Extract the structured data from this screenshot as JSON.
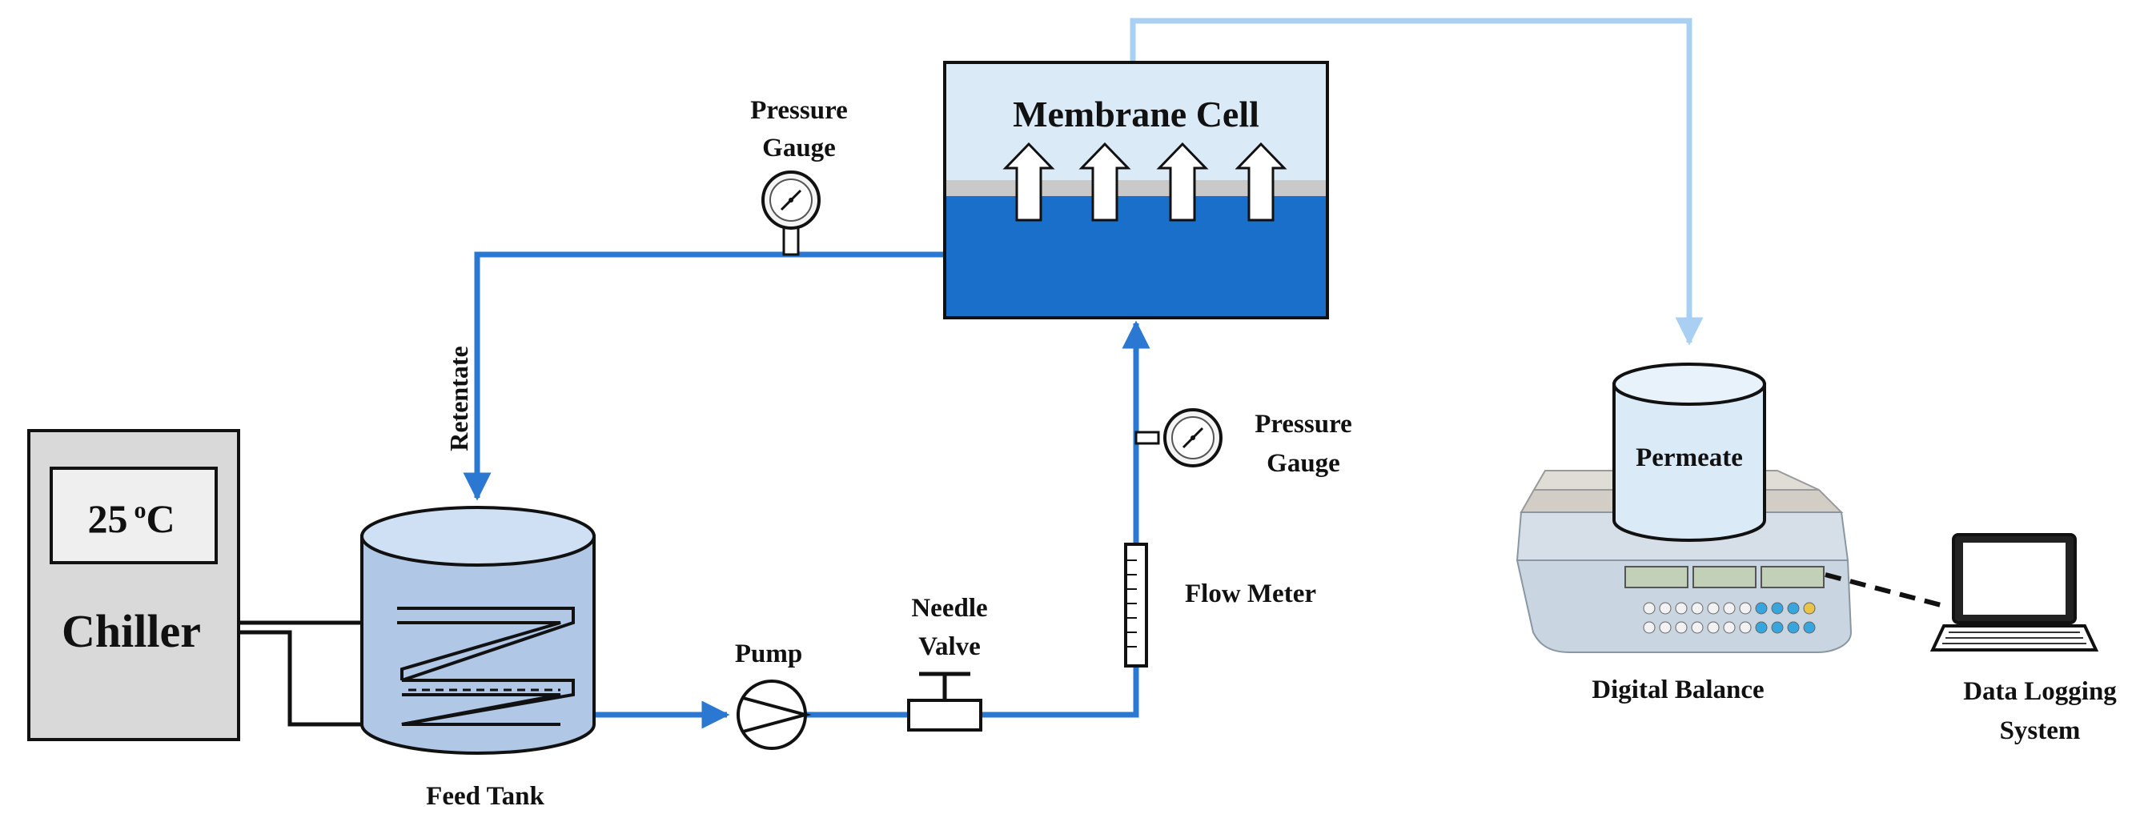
{
  "labels": {
    "membrane_cell": "Membrane Cell",
    "pressure_gauge_top_1": "Pressure",
    "pressure_gauge_top_2": "Gauge",
    "pressure_gauge_right_1": "Pressure",
    "pressure_gauge_right_2": "Gauge",
    "retentate": "Retentate",
    "chiller_temp_value": "25",
    "chiller_temp_unit_sup": "o",
    "chiller_temp_unit": "C",
    "chiller": "Chiller",
    "feed_tank": "Feed Tank",
    "pump": "Pump",
    "needle_valve_1": "Needle",
    "needle_valve_2": "Valve",
    "flow_meter": "Flow Meter",
    "permeate": "Permeate",
    "digital_balance": "Digital Balance",
    "data_logging_1": "Data Logging",
    "data_logging_2": "System"
  },
  "colors": {
    "pipe": "#2a78d2",
    "permeate_line": "#a9d0f2",
    "cell_top": "#dbeaf7",
    "cell_bottom": "#1a6fcb",
    "tank": "#b0c7e6",
    "chiller_body": "#d9d9d9",
    "chiller_display": "#efefef"
  }
}
